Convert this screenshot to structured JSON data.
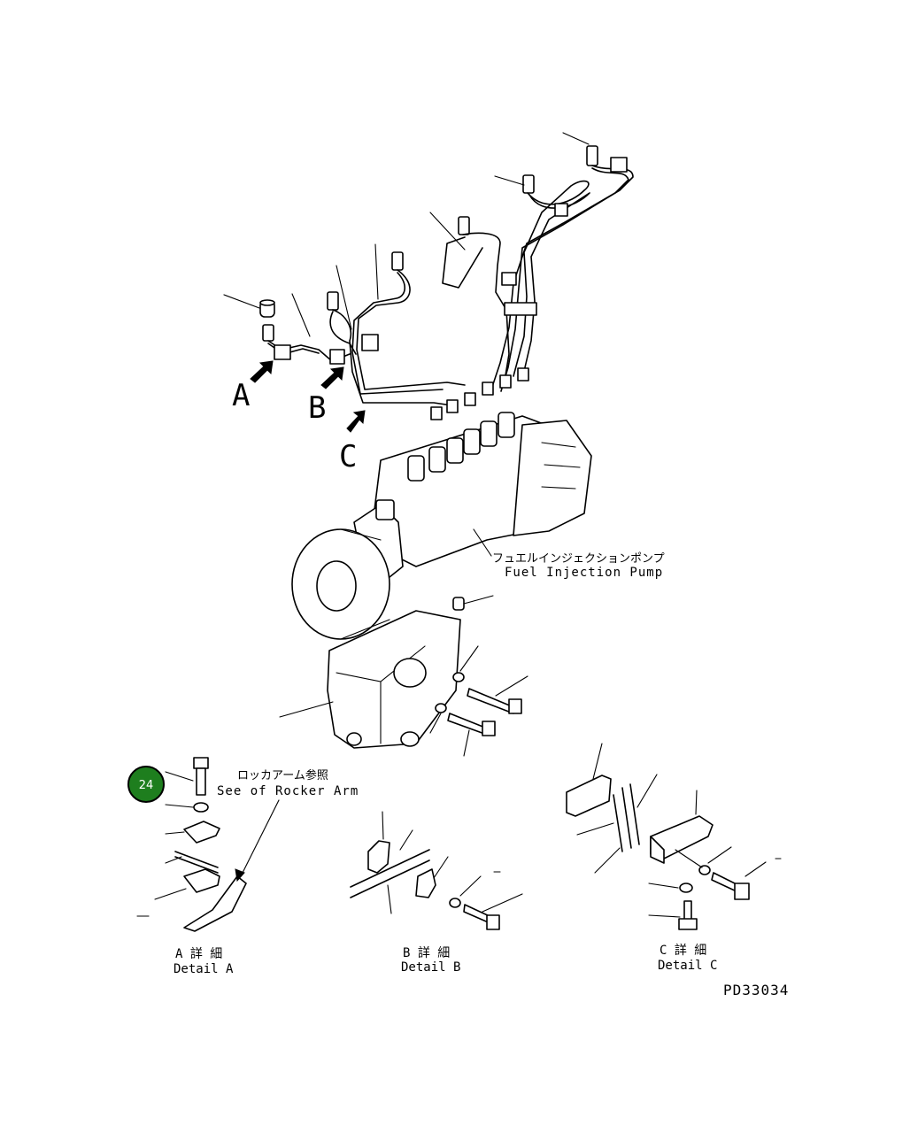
{
  "labels": {
    "view_a": "A",
    "view_b": "B",
    "view_c": "C",
    "pump_jp": "フュエルインジェクションポンプ",
    "pump_en": "Fuel Injection Pump",
    "rocker_jp": "ロッカアーム参照",
    "rocker_en": "See of Rocker Arm",
    "detail_a_jp": "A 詳 細",
    "detail_a_en": "Detail A",
    "detail_b_jp": "B 詳 細",
    "detail_b_en": "Detail B",
    "detail_c_jp": "C 詳 細",
    "detail_c_en": "Detail C",
    "drawing_no": "PD33034"
  },
  "callout": {
    "number": "24",
    "color": "#1e7e1e"
  }
}
